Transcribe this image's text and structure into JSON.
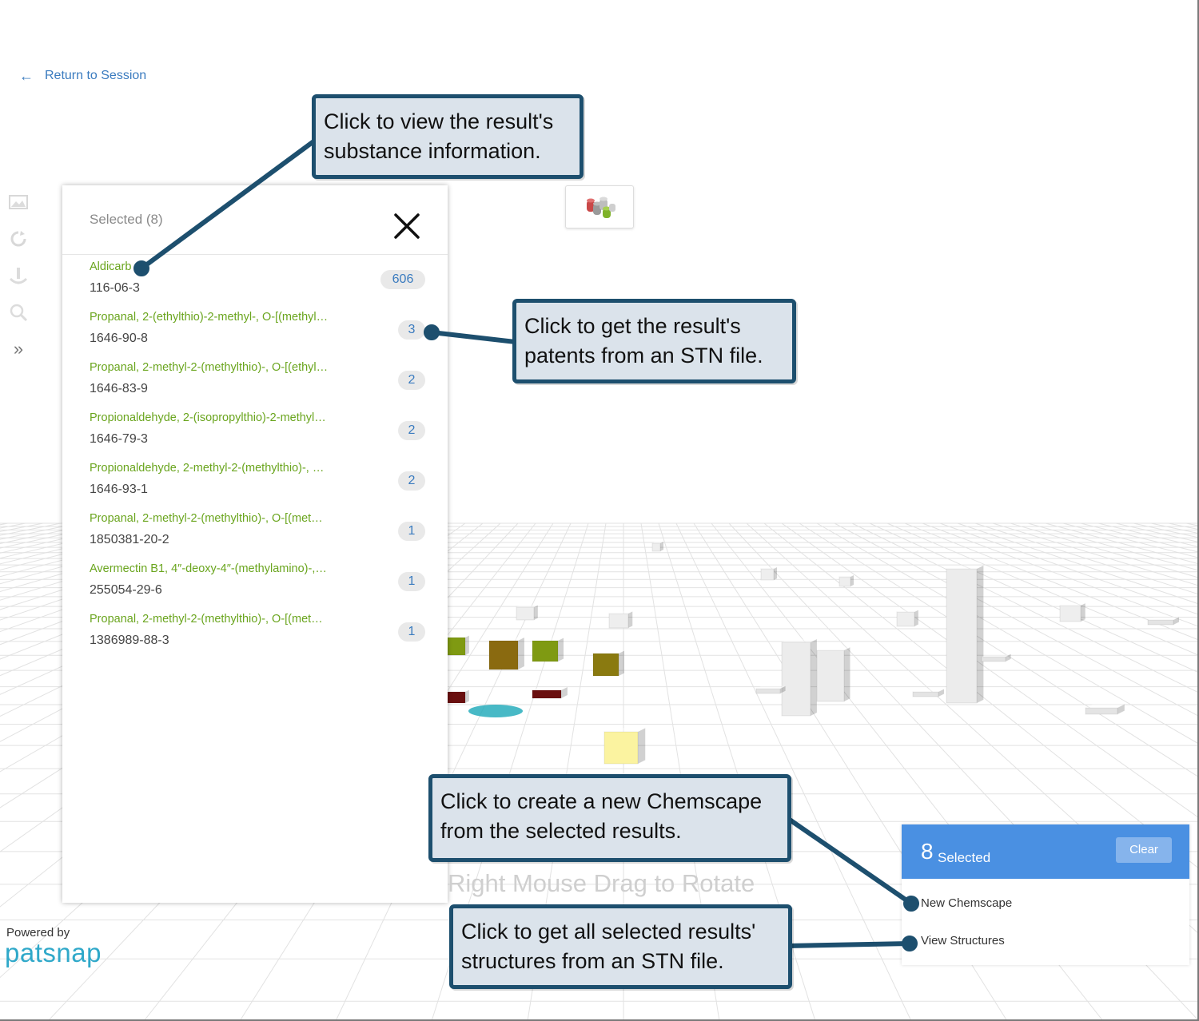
{
  "nav": {
    "return_label": "Return to Session"
  },
  "panel": {
    "title": "Selected (8)",
    "items": [
      {
        "name": "Aldicarb",
        "cas": "116-06-3",
        "count": "606"
      },
      {
        "name": "Propanal, 2-(ethylthio)-2-methyl-, O-[(methyl…",
        "cas": "1646-90-8",
        "count": "3"
      },
      {
        "name": "Propanal, 2-methyl-2-(methylthio)-, O-[(ethyl…",
        "cas": "1646-83-9",
        "count": "2"
      },
      {
        "name": "Propionaldehyde, 2-(isopropylthio)-2-methyl…",
        "cas": "1646-79-3",
        "count": "2"
      },
      {
        "name": "Propionaldehyde, 2-methyl-2-(methylthio)-, …",
        "cas": "1646-93-1",
        "count": "2"
      },
      {
        "name": "Propanal, 2-methyl-2-(methylthio)-, O-[(met…",
        "cas": "1850381-20-2",
        "count": "1"
      },
      {
        "name": "Avermectin B1, 4″-deoxy-4″-(methylamino)-,…",
        "cas": "255054-29-6",
        "count": "1"
      },
      {
        "name": "Propanal, 2-methyl-2-(methylthio)-, O-[(met…",
        "cas": "1386989-88-3",
        "count": "1"
      }
    ]
  },
  "scene": {
    "hint": "Right Mouse Drag to Rotate"
  },
  "selection": {
    "count": "8",
    "label": "Selected",
    "clear_label": "Clear",
    "actions": [
      "New Chemscape",
      "View Structures"
    ]
  },
  "branding": {
    "powered_by": "Powered by",
    "logo": "patsnap"
  },
  "callouts": [
    {
      "lines": [
        "Click to view the result's",
        "substance information."
      ]
    },
    {
      "lines": [
        "Click to get the result's",
        "patents from an STN file."
      ]
    },
    {
      "lines": [
        "Click to create a new Chemscape",
        "from the selected results."
      ]
    },
    {
      "lines": [
        "Click to get all selected results'",
        "structures from an STN file."
      ]
    }
  ],
  "colors": {
    "accent": "#4a90e2",
    "link": "#3a7bbf",
    "compound_name": "#6aa51e",
    "callout_border": "#1d4f6e",
    "callout_fill": "#dbe3eb"
  }
}
